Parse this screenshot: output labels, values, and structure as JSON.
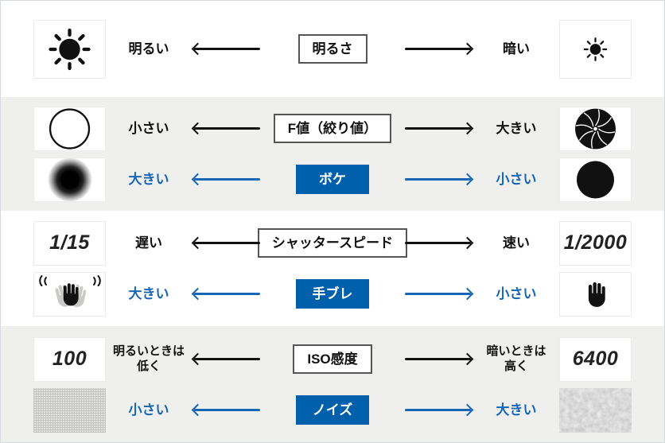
{
  "colors": {
    "accent_blue_box": "#0060AC",
    "accent_blue_text": "#1766B3",
    "band_gray": "#EFEFED",
    "ink_black": "#111111"
  },
  "rows": [
    {
      "topic": "brightness",
      "lines": [
        {
          "style": "black",
          "left_label": "明るい",
          "center": "明るさ",
          "right_label": "暗い"
        }
      ]
    },
    {
      "topic": "aperture",
      "lines": [
        {
          "style": "black",
          "left_label": "小さい",
          "center": "F値（絞り値）",
          "right_label": "大きい"
        },
        {
          "style": "blue",
          "left_label": "大きい",
          "center": "ボケ",
          "right_label": "小さい"
        }
      ]
    },
    {
      "topic": "shutter-speed",
      "lines": [
        {
          "style": "black",
          "left_value": "1/15",
          "left_label": "遅い",
          "center": "シャッタースピード",
          "right_label": "速い",
          "right_value": "1/2000"
        },
        {
          "style": "blue",
          "left_label": "大きい",
          "center": "手ブレ",
          "right_label": "小さい"
        }
      ]
    },
    {
      "topic": "iso-sensitivity",
      "lines": [
        {
          "style": "black",
          "left_value": "100",
          "left_label": "明るいときは\n低く",
          "center": "ISO感度",
          "right_label": "暗いときは\n高く",
          "right_value": "6400"
        },
        {
          "style": "blue",
          "left_label": "小さい",
          "center": "ノイズ",
          "right_label": "大きい"
        }
      ]
    }
  ],
  "icons": {
    "sun_bright": "sun-bright-icon",
    "sun_dim": "sun-dim-icon",
    "aperture_open": "open-circle-icon",
    "aperture_closed": "aperture-blades-icon",
    "bokeh_large": "blurred-circle-icon",
    "bokeh_small": "solid-circle-icon",
    "hand_shake": "shaking-hand-icon",
    "hand_steady": "hand-icon",
    "noise_fine": "fine-grain-texture",
    "noise_coarse": "coarse-noise-texture"
  }
}
